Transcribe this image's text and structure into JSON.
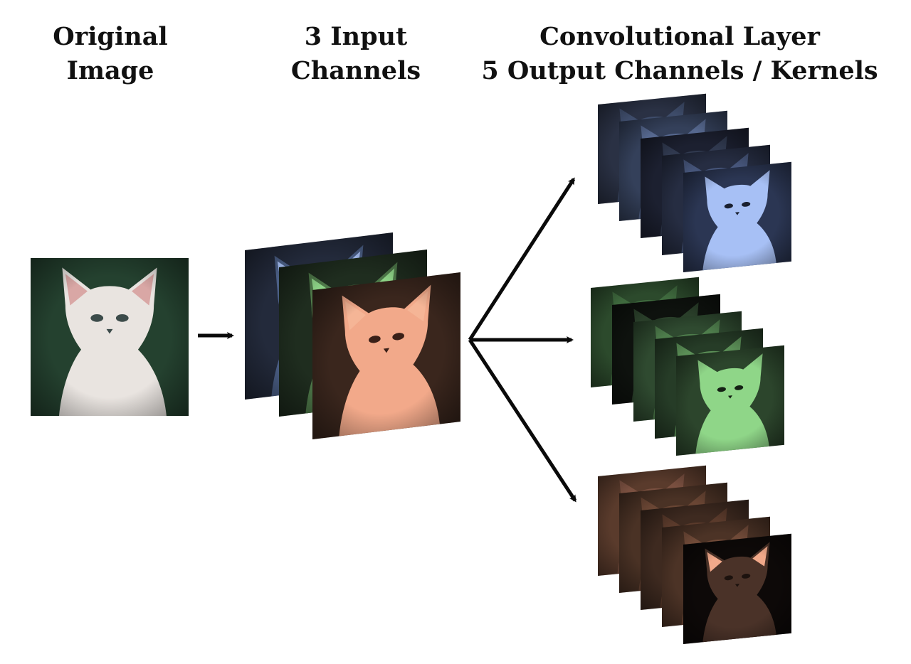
{
  "headings": {
    "original": [
      "Original",
      "Image"
    ],
    "input": [
      "3 Input",
      "Channels"
    ],
    "conv": [
      "Convolutional Layer",
      "5 Output Channels / Kernels"
    ]
  },
  "colors": {
    "blue_channel": "#a7c0f5",
    "green_channel": "#8fd688",
    "red_channel": "#f2a98a",
    "blue_dark": "#232a3b",
    "green_dark": "#1f2d1f",
    "red_dark": "#3a261d",
    "cat_fur": "#e9e4e0",
    "photo_bg": "#24412f",
    "arrow": "#0a0a0a"
  },
  "icons": {
    "original_image": "cat-photo",
    "channel_map": "cat-feature-map",
    "arrow": "arrow-right"
  }
}
